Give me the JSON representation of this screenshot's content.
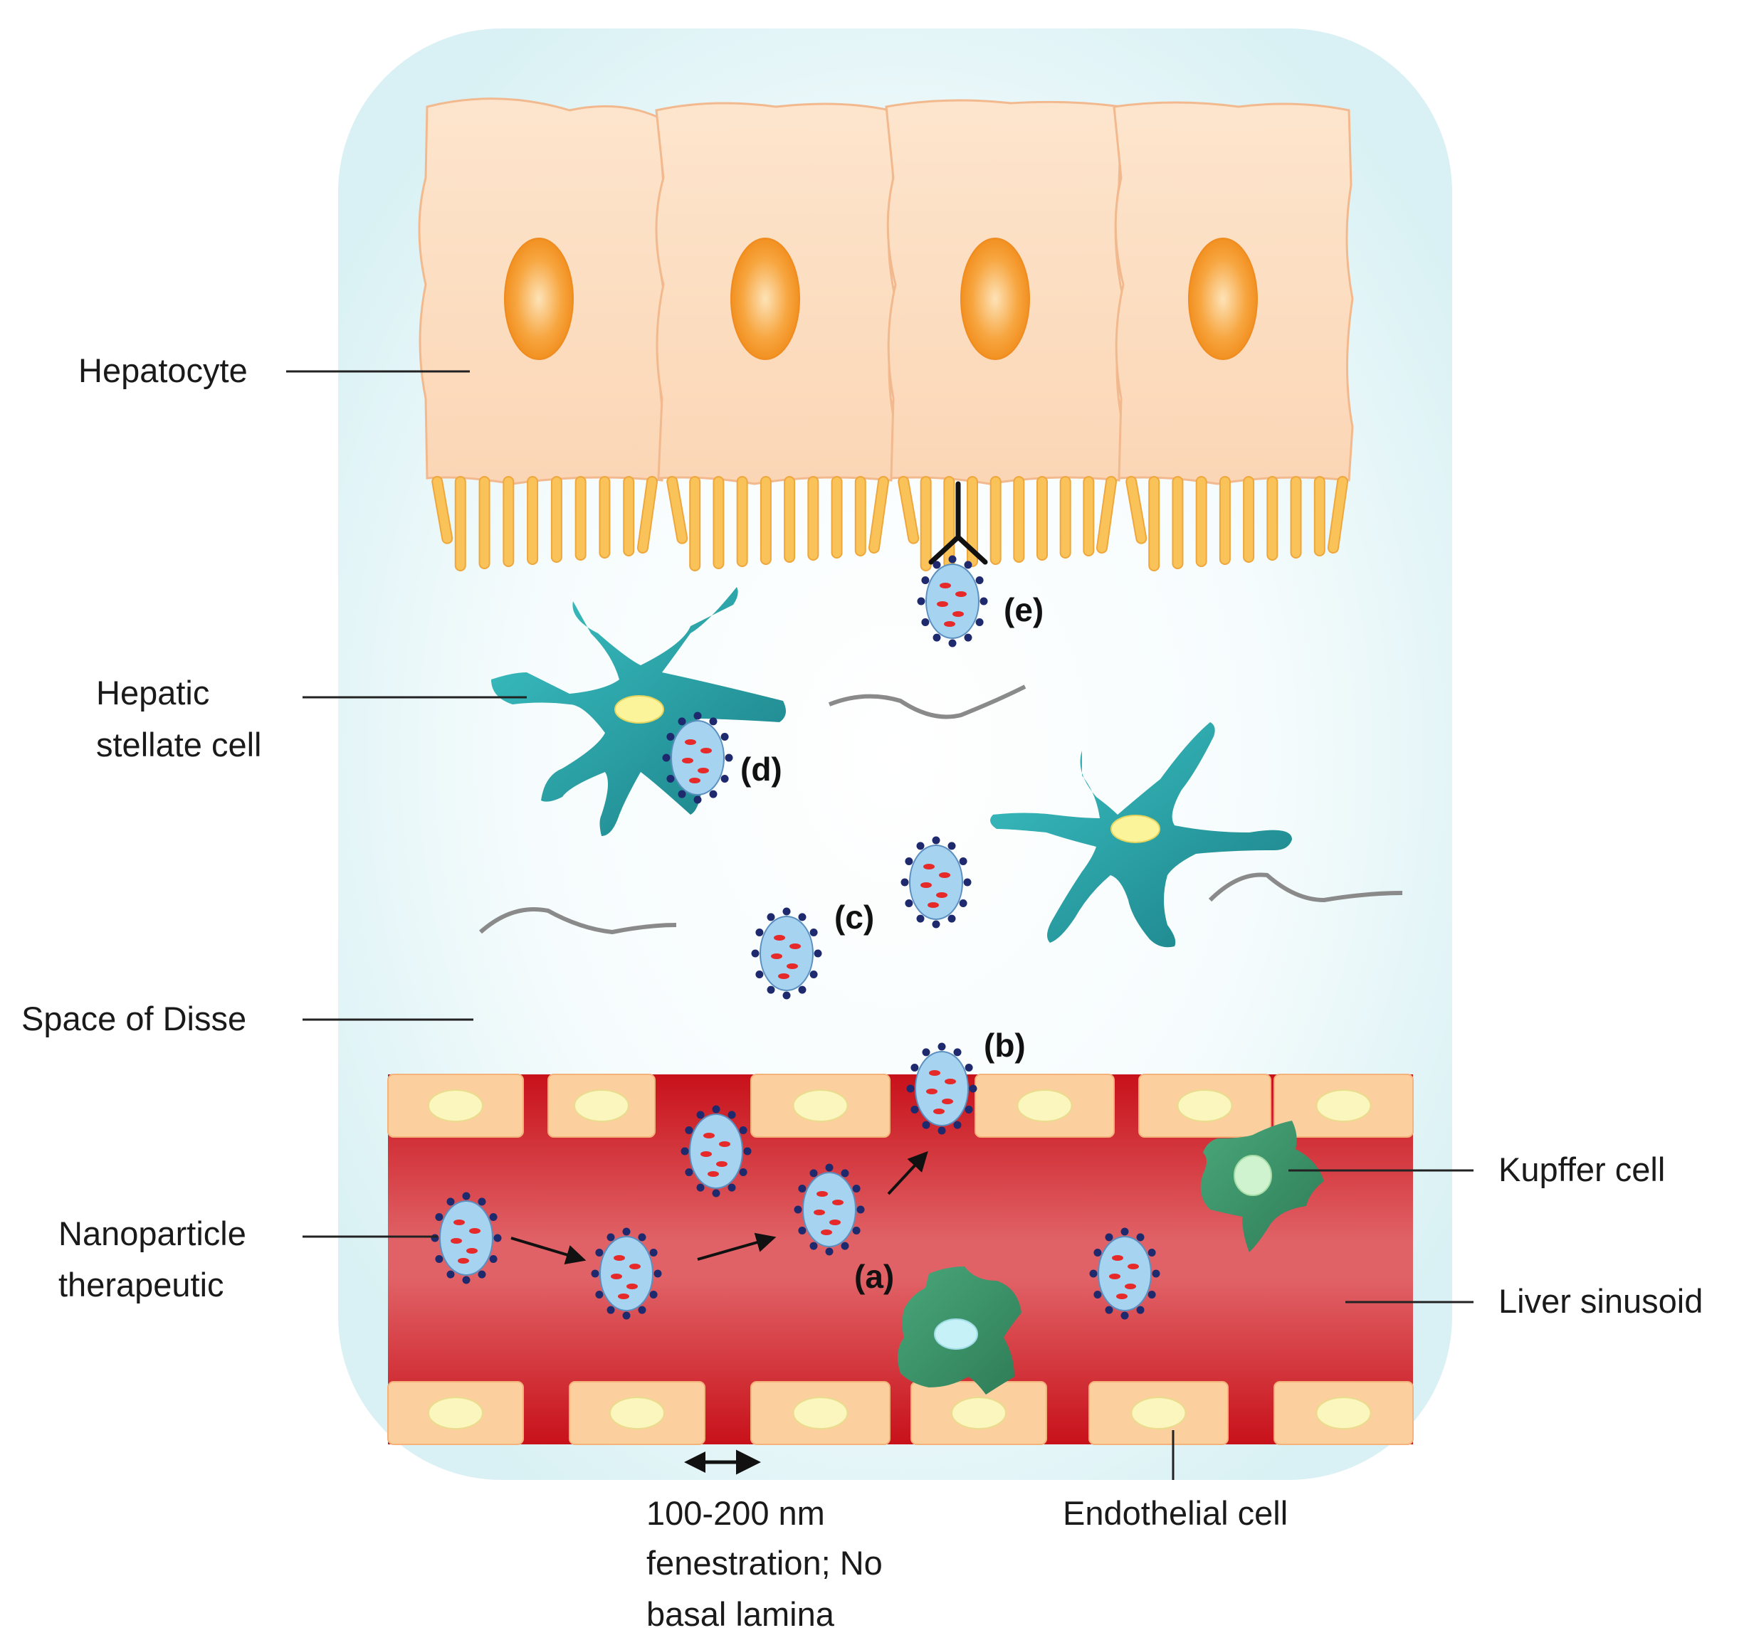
{
  "labels": {
    "hepatocyte": "Hepatocyte",
    "hsc_line1": "Hepatic",
    "hsc_line2": "stellate cell",
    "disse": "Space of Disse",
    "np_line1": "Nanoparticle",
    "np_line2": "therapeutic",
    "kupffer": "Kupffer cell",
    "sinusoid": "Liver sinusoid",
    "endothelial": "Endothelial cell",
    "fen_line1": "100-200 nm",
    "fen_line2": "fenestration; No",
    "fen_line3": "basal lamina"
  },
  "steps": {
    "a": "(a)",
    "b": "(b)",
    "c": "(c)",
    "d": "(d)",
    "e": "(e)"
  },
  "colors": {
    "disse_bg": "#e3f5f7",
    "hepatocyte_fill": "#fde0c4",
    "hepatocyte_edge": "#f3b98e",
    "nucleus": "#f59a2e",
    "microvilli": "#f9c35a",
    "stellate": "#2ba3a8",
    "stellate_nucleus": "#fbf49b",
    "sinusoid": "#c0121b",
    "endothelial_fill": "#fccf9f",
    "endothelial_nucleus": "#fbf5be",
    "kupffer": "#3b9068",
    "nanoparticle": "#a6d3ef",
    "nanoparticle_dot": "#1e2a6d",
    "nanoparticle_cargo": "#e62a2a"
  }
}
